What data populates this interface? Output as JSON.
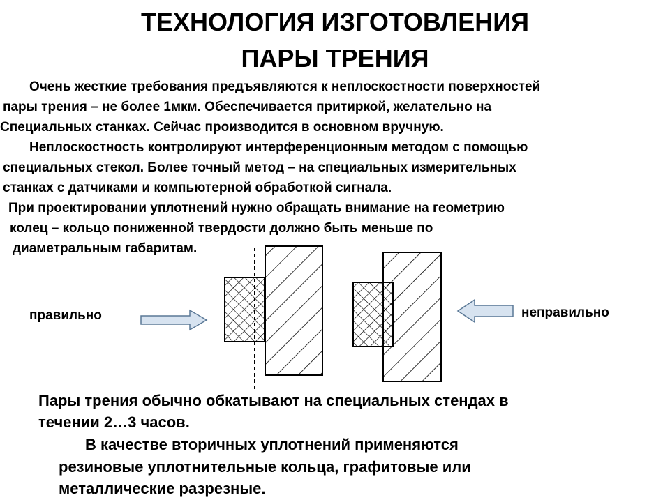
{
  "title": {
    "line1": "ТЕХНОЛОГИЯ ИЗГОТОВЛЕНИЯ",
    "line2": "ПАРЫ ТРЕНИЯ"
  },
  "paragraphs": [
    {
      "lines": [
        "Очень жесткие требования предъявляются к неплоскостности поверхностей",
        "пары  трения – не более 1мкм. Обеспечивается притиркой, желательно на",
        "Специальных  станках. Сейчас производится в основном вручную."
      ]
    },
    {
      "lines": [
        "Неплоскостность контролируют  интерференционным методом с помощью",
        "специальных стекол.  Более точный метод – на специальных измерительных",
        "станках с датчиками и  компьютерной обработкой сигнала."
      ]
    },
    {
      "lines": [
        "При проектировании уплотнений нужно обращать внимание на геометрию",
        "колец – кольцо пониженной твердости должно быть меньше по",
        "диаметральным габаритам."
      ]
    }
  ],
  "diagram": {
    "label_correct": "правильно",
    "label_incorrect": "неправильно",
    "arrow_fill": "#d7e3f0",
    "arrow_stroke": "#5a7896"
  },
  "bottom": {
    "lines": [
      "Пары трения обычно обкатывают на специальных стендах в",
      "течении 2…3 часов."
    ]
  },
  "secondary": {
    "lines": [
      "В качестве вторичных уплотнений применяются",
      "резиновые уплотнительные кольца, графитовые или",
      "металлические разрезные."
    ]
  }
}
